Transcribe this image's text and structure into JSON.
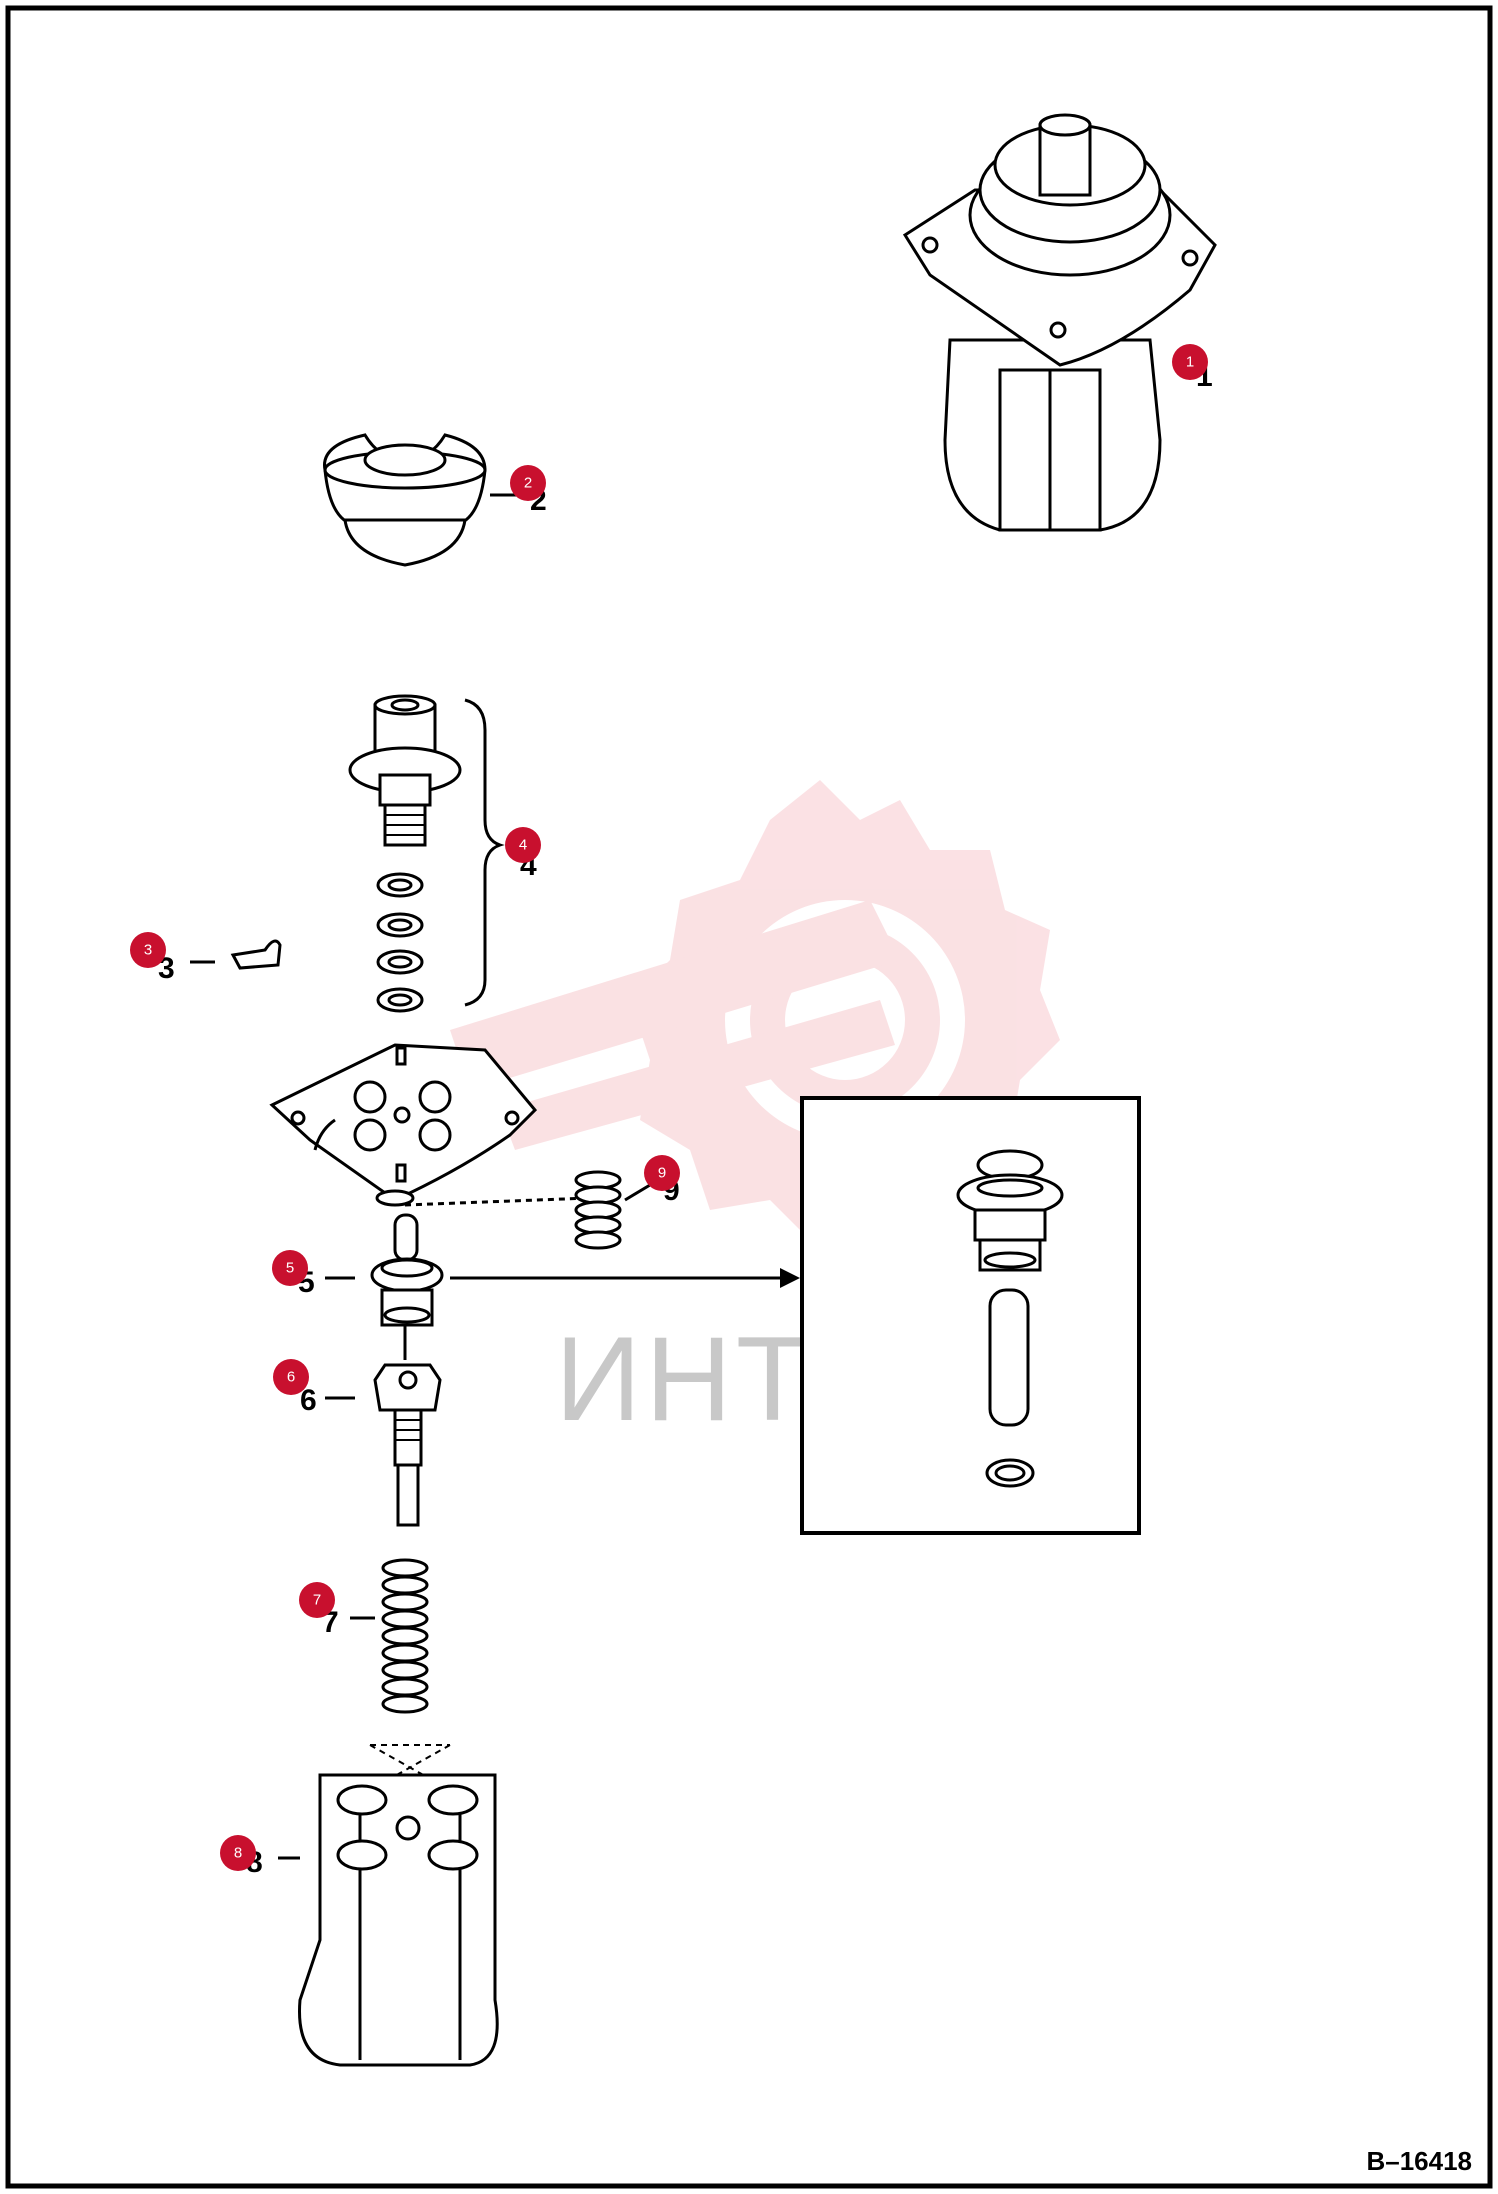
{
  "drawing_code": "B–16418",
  "watermark": {
    "text": "ИНТЕХ",
    "color": "#c8c8c8",
    "logo_color": "#f7c9cd",
    "logo_icon": "gear-wrench-logo"
  },
  "callout_color": "#c8102e",
  "callouts": [
    {
      "id": "1",
      "printed": "1"
    },
    {
      "id": "2",
      "printed": "2"
    },
    {
      "id": "3",
      "printed": "3"
    },
    {
      "id": "4",
      "printed": "4"
    },
    {
      "id": "5",
      "printed": "5"
    },
    {
      "id": "6",
      "printed": "6"
    },
    {
      "id": "7",
      "printed": "7"
    },
    {
      "id": "8",
      "printed": "8"
    },
    {
      "id": "9",
      "printed": "9"
    }
  ]
}
